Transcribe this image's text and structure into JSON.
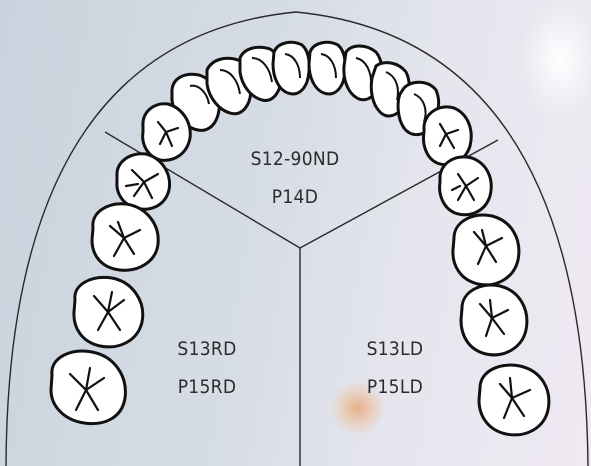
{
  "regions": {
    "anterior": {
      "line1": "S12-90ND",
      "line2": "P14D"
    },
    "right": {
      "line1": "S13RD",
      "line2": "P15RD"
    },
    "left": {
      "line1": "S13LD",
      "line2": "P15LD"
    }
  },
  "colors": {
    "outline": "#1a1a1a",
    "tooth_fill": "#ffffff",
    "background": "#d3d9e1",
    "spot": "#e8a878"
  }
}
